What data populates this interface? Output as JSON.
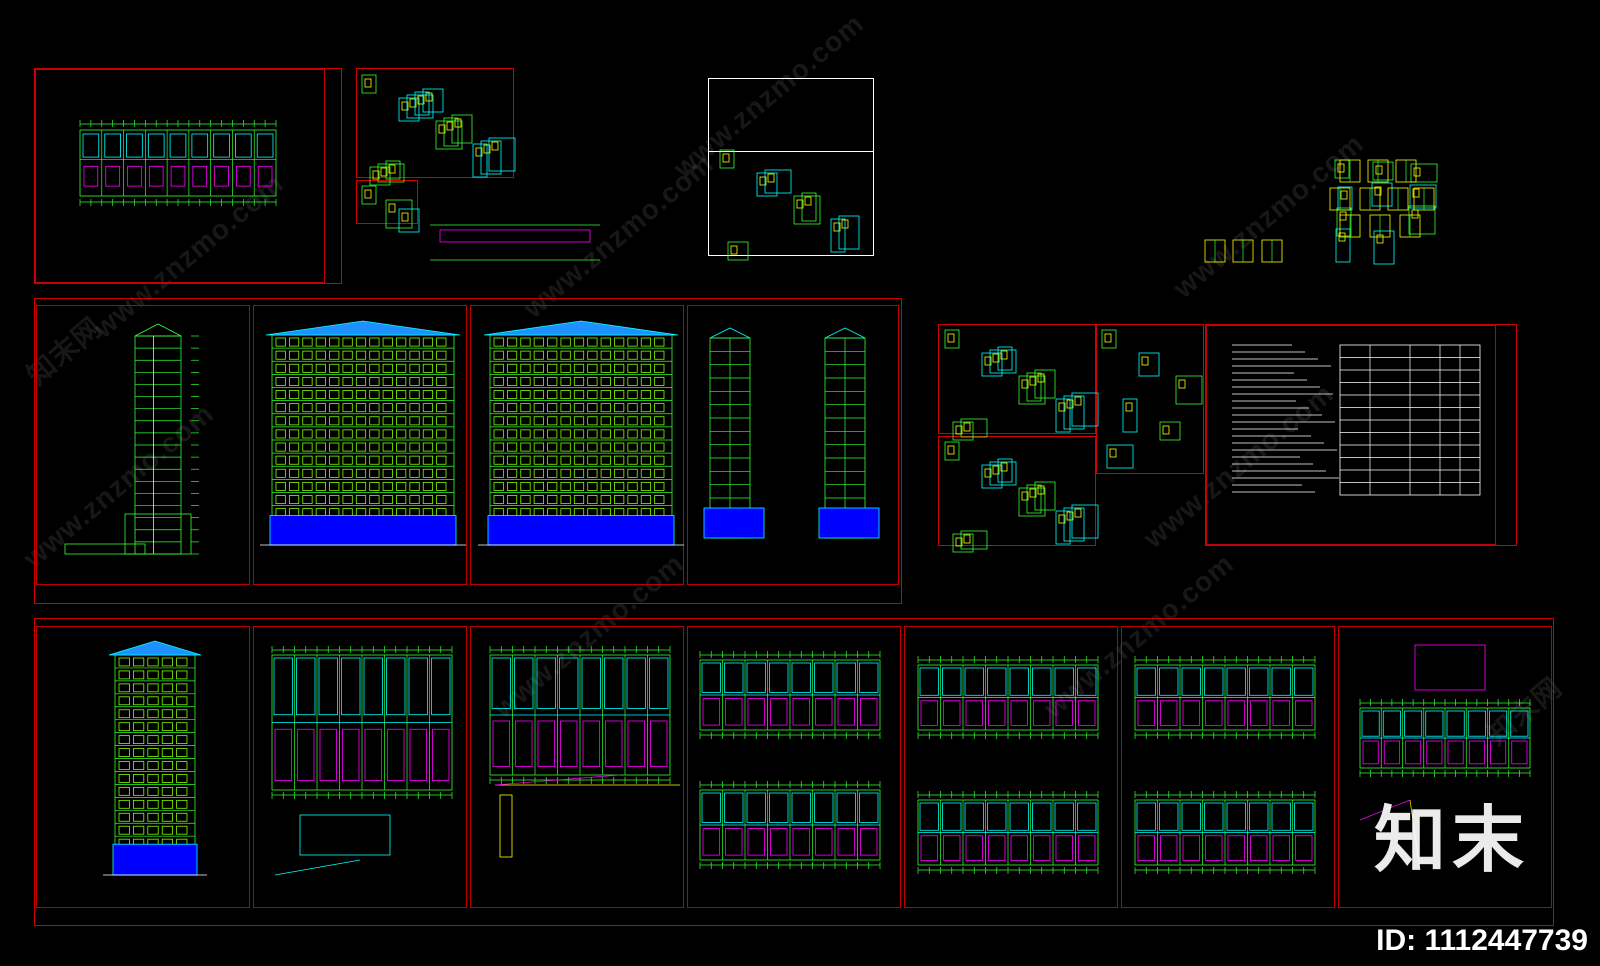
{
  "canvas": {
    "background": "#000000"
  },
  "colors": {
    "frame": "#d40000",
    "line_green": "#33ff33",
    "line_cyan": "#00ffff",
    "line_yellow": "#ffff00",
    "line_magenta": "#ff00ff",
    "fill_blue": "#0000ff",
    "line_white": "#ffffff"
  },
  "watermark": {
    "logo_text": "知末",
    "site_text": "www.znzmo.com",
    "cn_text": "知末网",
    "id_text": "ID: 1112447739"
  },
  "drawings": [
    {
      "name": "floor-plan-top",
      "kind": "plan"
    },
    {
      "name": "details-sheet",
      "kind": "details"
    },
    {
      "name": "elevation-front",
      "kind": "elevation"
    },
    {
      "name": "elevation-back",
      "kind": "elevation"
    },
    {
      "name": "section-sheet",
      "kind": "section"
    },
    {
      "name": "notes-table",
      "kind": "table"
    }
  ]
}
